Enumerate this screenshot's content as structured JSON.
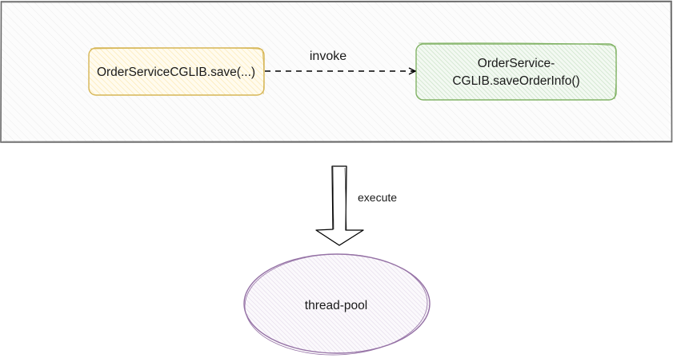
{
  "diagram": {
    "container": {
      "stroke": "#666666",
      "fill": "#f5f5f5"
    },
    "nodes": {
      "caller": {
        "label": "OrderServiceCGLIB.save(...)",
        "stroke": "#d6b656",
        "fill": "#fff2cc"
      },
      "callee": {
        "label_line1": "OrderService-",
        "label_line2": "CGLIB.saveOrderInfo()",
        "stroke": "#82b366",
        "fill": "#d5e8d4"
      },
      "pool": {
        "label": "thread-pool",
        "stroke": "#9673a6",
        "fill": "#e1d5e7"
      }
    },
    "edges": {
      "invoke": {
        "label": "invoke",
        "style": "dashed",
        "stroke": "#000000"
      },
      "execute": {
        "label": "execute",
        "style": "block-arrow",
        "stroke": "#000000"
      }
    }
  }
}
